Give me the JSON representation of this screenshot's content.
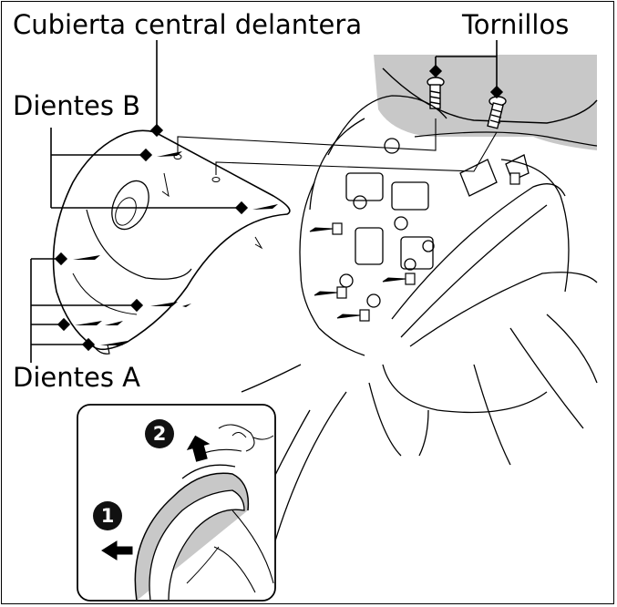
{
  "labels": {
    "front_center_cover": "Cubierta central delantera",
    "screws": "Tornillos",
    "teeth_b": "Dientes B",
    "teeth_a": "Dientes A"
  },
  "steps": {
    "step_1": "1",
    "step_2": "2"
  },
  "colors": {
    "ink": "#000000",
    "shade": "#c8c8c8",
    "inset_bg": "#ffffff"
  }
}
